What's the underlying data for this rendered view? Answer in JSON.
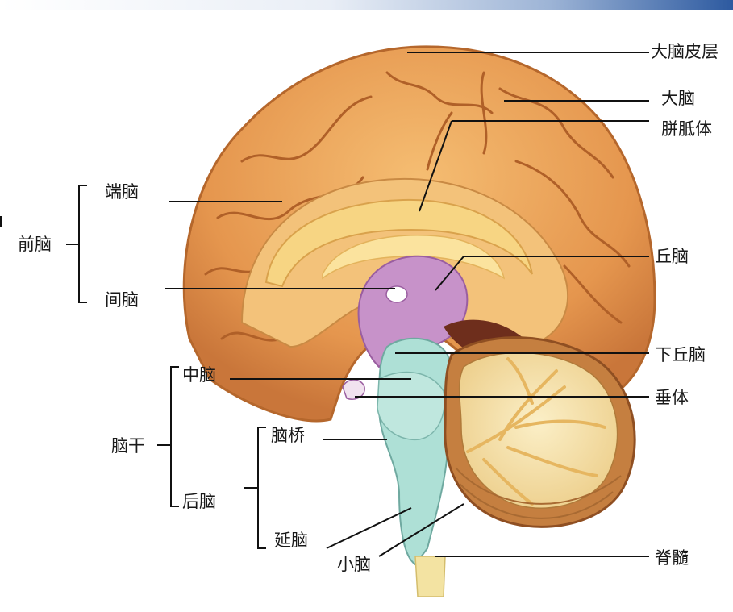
{
  "labels": {
    "cerebral_cortex": "大脑皮层",
    "cerebrum": "大脑",
    "corpus_callosum": "胼胝体",
    "thalamus": "丘脑",
    "hypothalamus": "下丘脑",
    "pituitary": "垂体",
    "spinal_cord": "脊髓",
    "forebrain": "前脑",
    "telencephalon": "端脑",
    "diencephalon": "间脑",
    "brainstem": "脑干",
    "midbrain": "中脑",
    "hindbrain": "后脑",
    "pons": "脑桥",
    "medulla": "延脑",
    "cerebellum": "小脑"
  },
  "colors": {
    "cortex": "#e8a05a",
    "cortex_dark": "#b8692c",
    "cortex_inner": "#f2c070",
    "callosum": "#f6d27c",
    "diencephalon": "#c38fc6",
    "brainstem": "#a9ddd3",
    "cerebellum": "#f3dfa6",
    "cerebellum_rim": "#b97a3e",
    "spinal_cord": "#f2e4a4",
    "leader_line": "#111111"
  }
}
